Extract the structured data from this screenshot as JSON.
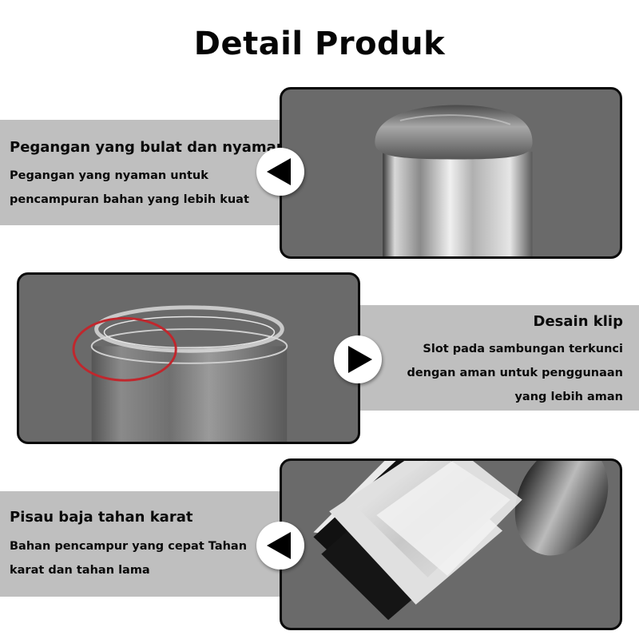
{
  "header": {
    "title": "Detail Produk"
  },
  "features": [
    {
      "title": "Pegangan yang bulat dan nyaman",
      "desc_lines": [
        "Pegangan yang nyaman untuk",
        "pencampuran bahan yang lebih kuat"
      ],
      "arrow": "triangle-left-icon",
      "image": "rounded-handle-photo"
    },
    {
      "title": "Desain klip",
      "desc_lines": [
        "Slot pada sambungan terkunci",
        "dengan aman untuk penggunaan",
        "yang lebih aman"
      ],
      "arrow": "triangle-right-icon",
      "image": "clip-joint-photo",
      "highlight_color": "#c0272d"
    },
    {
      "title": "Pisau baja tahan karat",
      "desc_lines": [
        "Bahan pencampur yang cepat Tahan",
        "karat dan tahan lama"
      ],
      "arrow": "triangle-left-icon",
      "image": "stainless-blade-photo"
    }
  ],
  "colors": {
    "band": "#bfbfbf",
    "photo_bg": "#6a6a6a",
    "border": "#0a0a0a"
  }
}
